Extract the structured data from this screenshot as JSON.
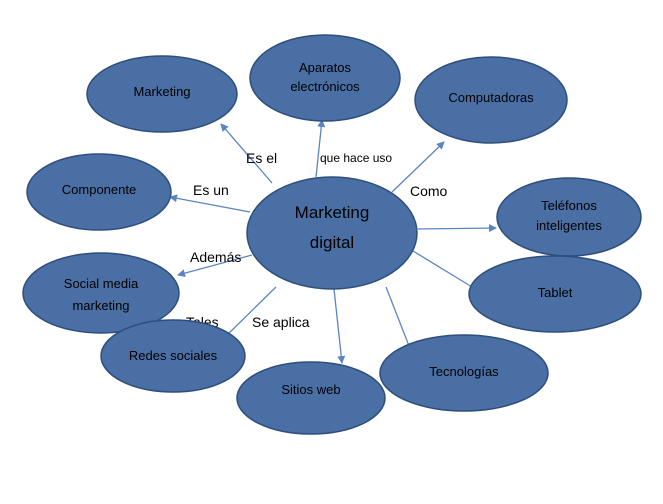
{
  "center": {
    "line1": "Marketing",
    "line2": "digital"
  },
  "nodes": {
    "marketing": "Marketing",
    "aparatos_l1": "Aparatos",
    "aparatos_l2": "electrónicos",
    "computadoras": "Computadoras",
    "componente": "Componente",
    "telefonos_l1": "Teléfonos",
    "telefonos_l2": "inteligentes",
    "social_l1": "Social media",
    "social_l2": "marketing",
    "tablet": "Tablet",
    "redes": "Redes sociales",
    "sitios": "Sitios web",
    "tecnologias": "Tecnologías"
  },
  "edge_labels": {
    "es_el": "Es el",
    "que_hace_uso": "que hace uso",
    "como": "Como",
    "es_un": "Es un",
    "ademas": "Además",
    "tales": "Tales",
    "se_aplica": "Se aplica"
  },
  "colors": {
    "node_fill": "#4a6fa5",
    "node_stroke": "#2e4e7c",
    "edge": "#5b85c0"
  }
}
